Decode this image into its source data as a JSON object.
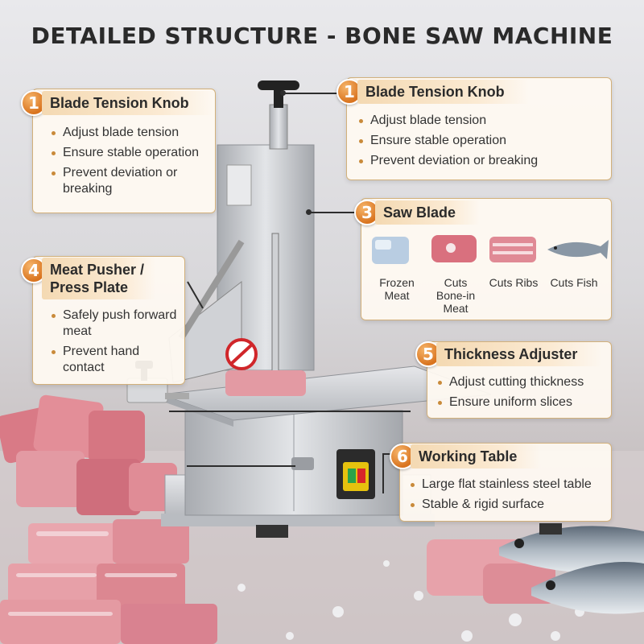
{
  "title": "DETAILED STRUCTURE - BONE SAW MACHINE",
  "callouts": {
    "knob_left": {
      "number": "1",
      "label": "Blade Tension Knob",
      "bullets": [
        "Adjust blade tension",
        "Ensure stable operation",
        "Prevent deviation or breaking"
      ]
    },
    "knob_right": {
      "number": "1",
      "label": "Blade Tension Knob",
      "bullets": [
        "Adjust blade tension",
        "Ensure stable operation",
        "Prevent deviation or breaking"
      ]
    },
    "saw_blade": {
      "number": "3",
      "label": "Saw Blade",
      "items": [
        "Frozen Meat",
        "Cuts Bone-in Meat",
        "Cuts Ribs",
        "Cuts Fish"
      ]
    },
    "meat_pusher": {
      "number": "4",
      "label_line1": "Meat Pusher /",
      "label_line2": "Press Plate",
      "bullets": [
        "Safely push forward meat",
        "Prevent hand contact"
      ]
    },
    "thickness": {
      "number": "5",
      "label": "Thickness Adjuster",
      "bullets": [
        "Adjust cutting thickness",
        "Ensure uniform slices"
      ]
    },
    "table": {
      "number": "6",
      "label": "Working Table",
      "bullets": [
        "Large flat stainless steel table",
        "Stable & rigid surface"
      ]
    }
  },
  "colors": {
    "accent": "#d9741f",
    "ribbon": "#f4d9b2",
    "card_border": "#d2b07a",
    "steel": "#c9cbcf",
    "meat": "#e59aa2"
  }
}
